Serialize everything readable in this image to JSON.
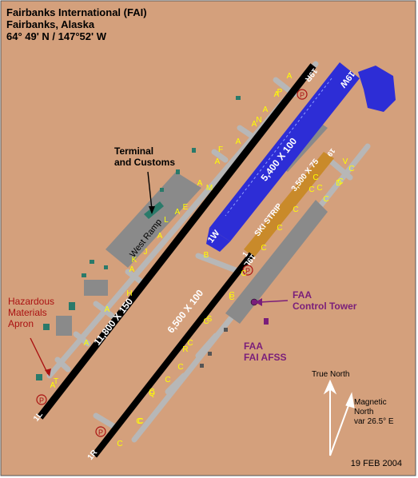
{
  "header": {
    "airport": "Fairbanks International  (FAI)",
    "city": "Fairbanks, Alaska",
    "coords": "64° 49' N / 147°52' W"
  },
  "runways": {
    "main_label": "11,800 X 150",
    "parallel_label": "6,500 X 100",
    "float_label": "5,400 X 100",
    "ski_label": "SKI STRIP",
    "ski_dims": "3,500 X 75",
    "ends": {
      "r19r": "19R",
      "r1l": "1L",
      "r19l": "19L",
      "r1r": "1R",
      "w19": "19W",
      "w1": "1W",
      "s19": "19",
      "s1": "1"
    }
  },
  "taxiways": [
    "A",
    "A",
    "A",
    "A",
    "A",
    "A",
    "A",
    "A",
    "A",
    "A",
    "A",
    "A",
    "A",
    "C",
    "C",
    "C",
    "C",
    "C",
    "C",
    "C",
    "C",
    "C",
    "C",
    "C",
    "C",
    "C",
    "C",
    "C",
    "C",
    "C",
    "B",
    "E",
    "F",
    "H",
    "J",
    "K",
    "L",
    "M",
    "N",
    "P",
    "Q",
    "R",
    "S",
    "T",
    "V",
    "D",
    "C",
    "C",
    "C"
  ],
  "labels": {
    "terminal": "Terminal",
    "customs": "and Customs",
    "west_ramp": "West Ramp",
    "hazardous_1": "Hazardous",
    "hazardous_2": "Materials",
    "hazardous_3": "Apron",
    "faa_tower_1": "FAA",
    "faa_tower_2": "Control Tower",
    "faa_afss_1": "FAA",
    "faa_afss_2": "FAI AFSS",
    "parking": "P"
  },
  "north": {
    "true_north": "True North",
    "magnetic_1": "Magnetic",
    "magnetic_2": "North",
    "variation": "var 26.5° E"
  },
  "date": "19 FEB 2004",
  "colors": {
    "ground": "#d4a07c",
    "runway": "#000000",
    "waterway": "#2d2dd6",
    "taxiway": "#b7b7b7",
    "apron": "#8a8a8a",
    "buildings": "#2a7a6a",
    "label": "#ffff00",
    "hazardous": "#aa1111",
    "faa": "#7a1e7a",
    "ski_strip": "#c98a2a"
  }
}
